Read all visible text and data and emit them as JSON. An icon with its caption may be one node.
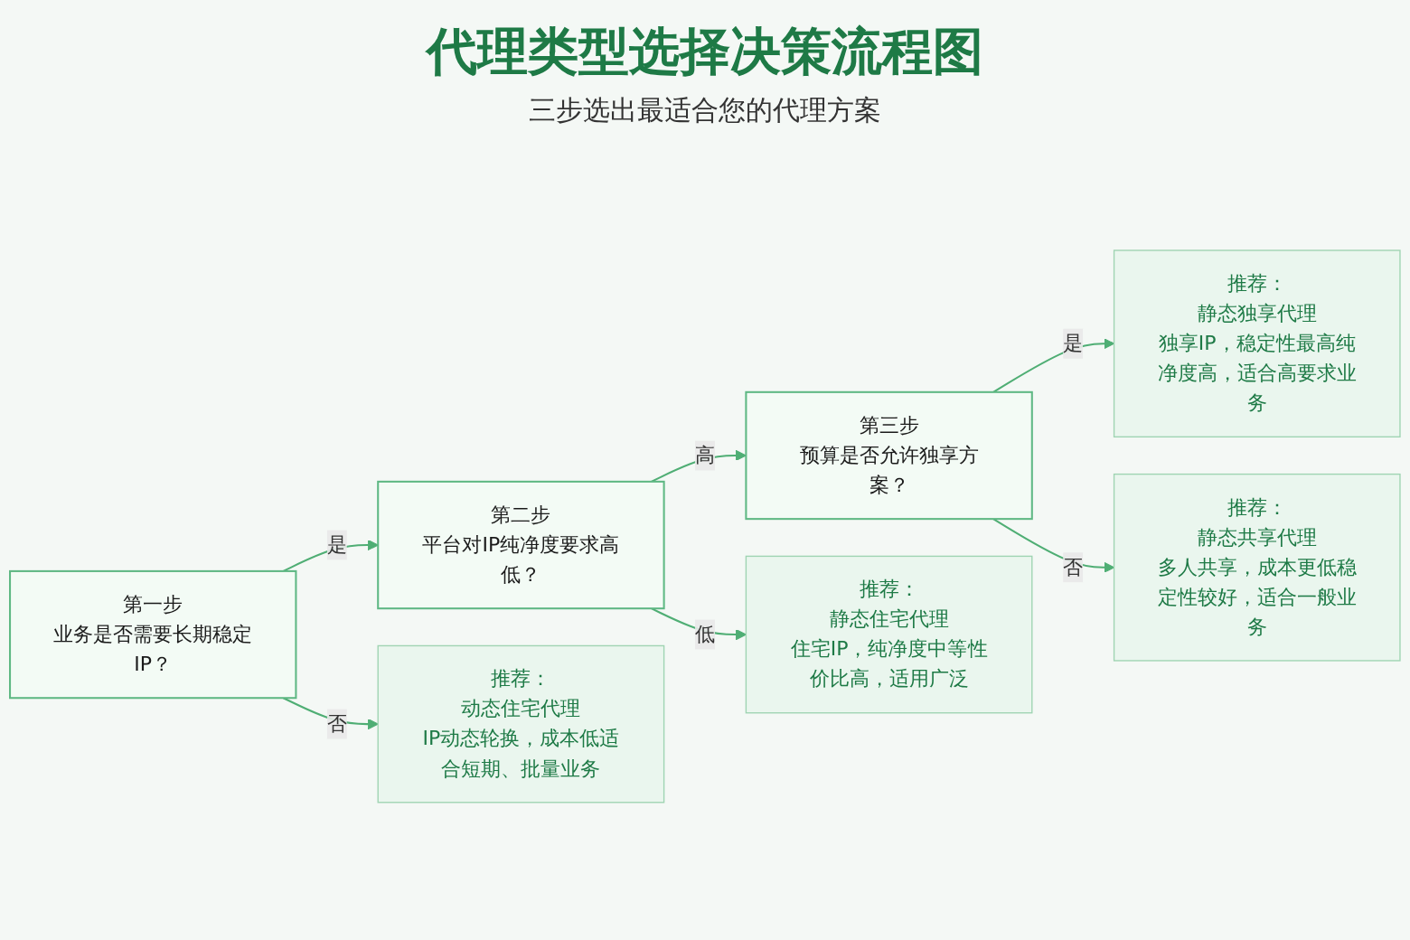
{
  "diagram": {
    "title": "代理类型选择决策流程图",
    "caption": "三步选出最适合您的代理方案",
    "nodes": [
      {
        "text": [
          "第一步",
          "业务是否需要长期稳定IP？"
        ]
      },
      {
        "text": [
          "第二步",
          "平台对IP纯净度要求高低？"
        ]
      },
      {
        "text": [
          "第三步",
          "预算是否允许独享方案？"
        ]
      },
      {
        "text": [
          "推荐：",
          "静态独享代理",
          "独享IP，稳定性最高纯净度高，适合高要求业务"
        ]
      },
      {
        "text": [
          "推荐：",
          "静态共享代理",
          "多人共享，成本更低稳定性较好，适合一般业务"
        ]
      },
      {
        "text": [
          "推荐：",
          "动态住宅代理",
          "IP动态轮换，成本低适合短期、批量业务"
        ]
      },
      {
        "text": [
          "推荐：",
          "静态住宅代理",
          "住宅IP，纯净度中等性价比高，适用广泛"
        ]
      }
    ],
    "edges": [
      {
        "from": 0,
        "to": 1,
        "arrow": "to",
        "label": "是"
      },
      {
        "from": 1,
        "to": 2,
        "arrow": "to",
        "label": "高"
      },
      {
        "from": 2,
        "to": 3,
        "arrow": "to",
        "label": "是"
      },
      {
        "from": 2,
        "to": 4,
        "arrow": "to",
        "label": "否"
      },
      {
        "from": 0,
        "to": 5,
        "arrow": "to",
        "label": "否"
      },
      {
        "from": 1,
        "to": 6,
        "arrow": "to",
        "label": "低"
      }
    ]
  }
}
